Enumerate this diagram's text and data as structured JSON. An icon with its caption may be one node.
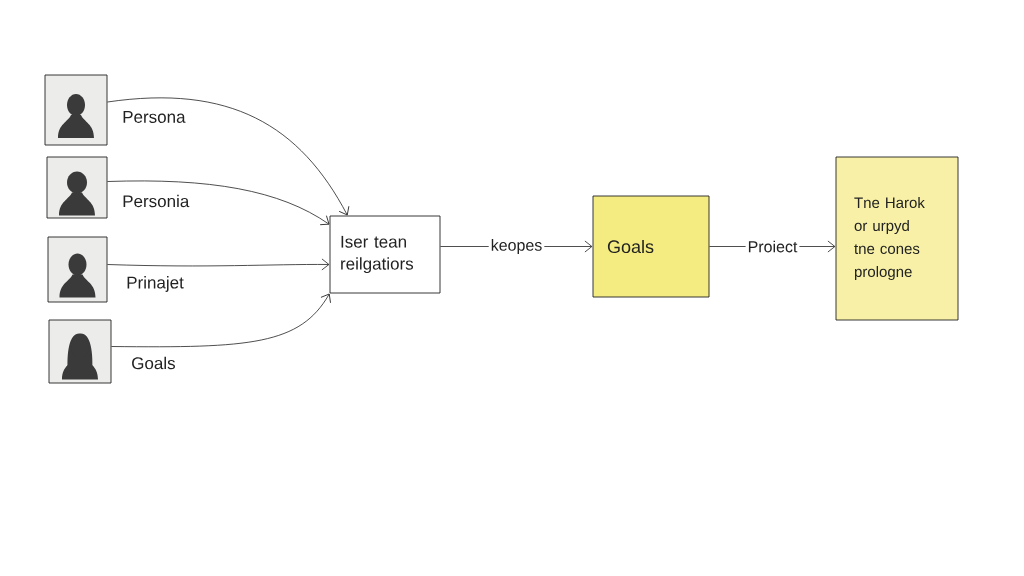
{
  "diagram": {
    "nodes": [
      {
        "text": [],
        "shape": "picture",
        "beside": [
          "Persona"
        ]
      },
      {
        "text": [],
        "shape": "picture",
        "beside": [
          "Personia"
        ]
      },
      {
        "text": [],
        "shape": "picture",
        "beside": [
          "Prinajet"
        ]
      },
      {
        "text": [],
        "shape": "picture",
        "beside": [
          "Goals"
        ]
      },
      {
        "text": [
          "Iser tean reilgatiors"
        ]
      },
      {
        "text": [
          "Goals"
        ]
      },
      {
        "text": [
          "Tne Harok or urpyd tne cones prologne"
        ]
      }
    ],
    "edges": [
      {
        "from": 0,
        "to": 4,
        "arrow": "to"
      },
      {
        "from": 1,
        "to": 4,
        "arrow": "to"
      },
      {
        "from": 2,
        "to": 4,
        "arrow": "to"
      },
      {
        "from": 3,
        "to": 4,
        "arrow": "to"
      },
      {
        "from": 4,
        "to": 5,
        "arrow": "to",
        "label": "keopes"
      },
      {
        "from": 5,
        "to": 6,
        "arrow": "to",
        "label": "Proiect"
      }
    ]
  }
}
